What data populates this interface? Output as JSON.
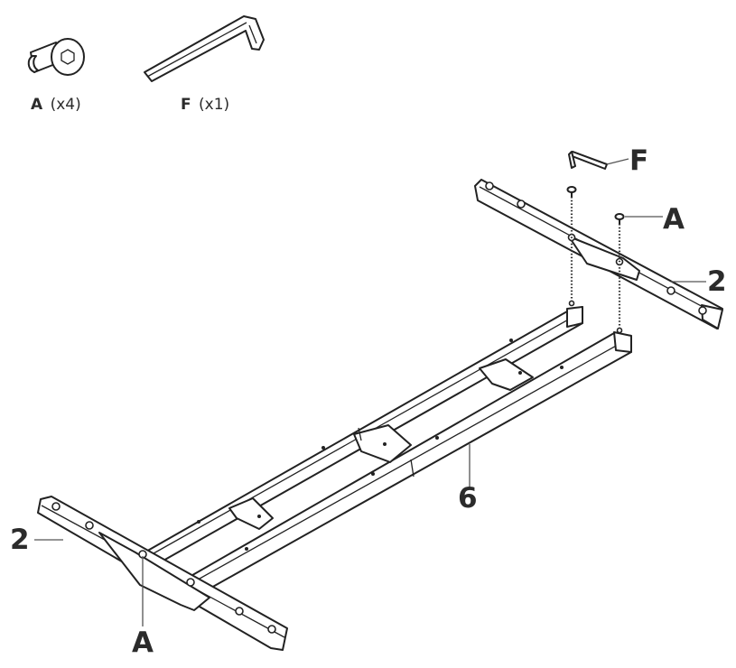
{
  "parts": {
    "screw": {
      "letter": "A",
      "qty": "(x4)",
      "icon": "flat-head-hex-screw-icon"
    },
    "wrench": {
      "letter": "F",
      "qty": "(x1)",
      "icon": "hex-key-icon"
    }
  },
  "callouts": {
    "wrench": "F",
    "screw_top": "A",
    "screw_bottom": "A",
    "foot_right": "2",
    "foot_left": "2",
    "beam": "6"
  }
}
